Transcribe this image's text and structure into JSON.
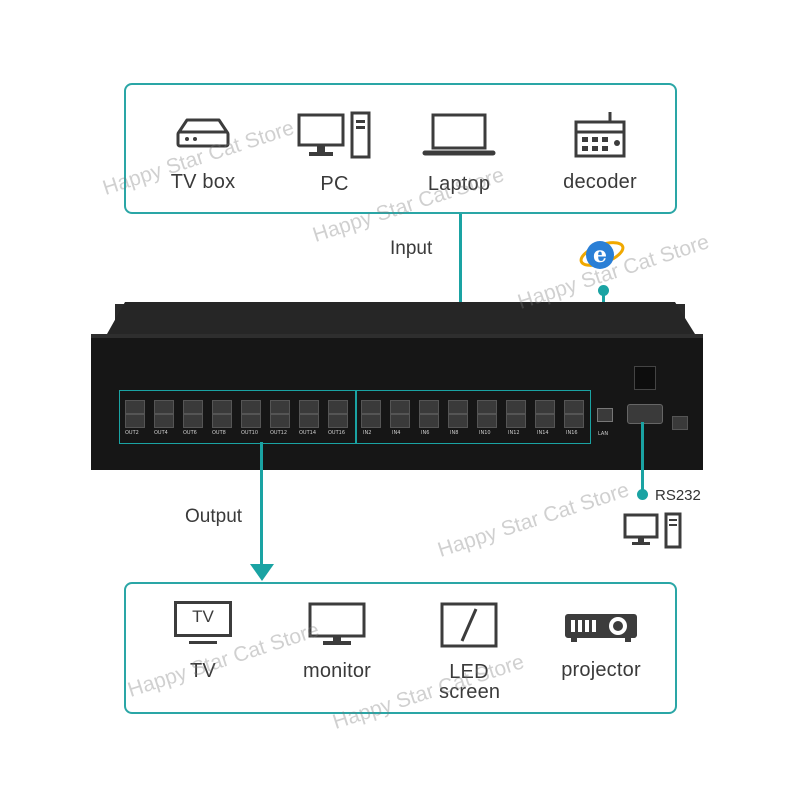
{
  "input_devices": [
    {
      "icon": "tv-box-icon",
      "label": "TV box"
    },
    {
      "icon": "pc-icon",
      "label": "PC"
    },
    {
      "icon": "laptop-icon",
      "label": "Laptop"
    },
    {
      "icon": "decoder-icon",
      "label": "decoder"
    }
  ],
  "output_devices": [
    {
      "icon": "tv-icon",
      "label": "TV"
    },
    {
      "icon": "monitor-icon",
      "label": "monitor"
    },
    {
      "icon": "led-screen-icon",
      "label": "LED screen"
    },
    {
      "icon": "projector-icon",
      "label": "projector"
    }
  ],
  "labels": {
    "input": "Input",
    "output": "Output",
    "rs232": "RS232",
    "tv_icon_text": "TV",
    "lan": "LAN"
  },
  "ports": {
    "outputs": [
      "OUT2",
      "OUT4",
      "OUT6",
      "OUT8",
      "OUT10",
      "OUT12",
      "OUT14",
      "OUT16"
    ],
    "inputs": [
      "IN2",
      "IN4",
      "IN6",
      "IN8",
      "IN10",
      "IN12",
      "IN14",
      "IN16"
    ]
  },
  "watermark": "Happy Star Cat Store",
  "colors": {
    "accent": "#1aa3a3",
    "device_body": "#1b1b1b",
    "icon": "#3c3c3c"
  }
}
